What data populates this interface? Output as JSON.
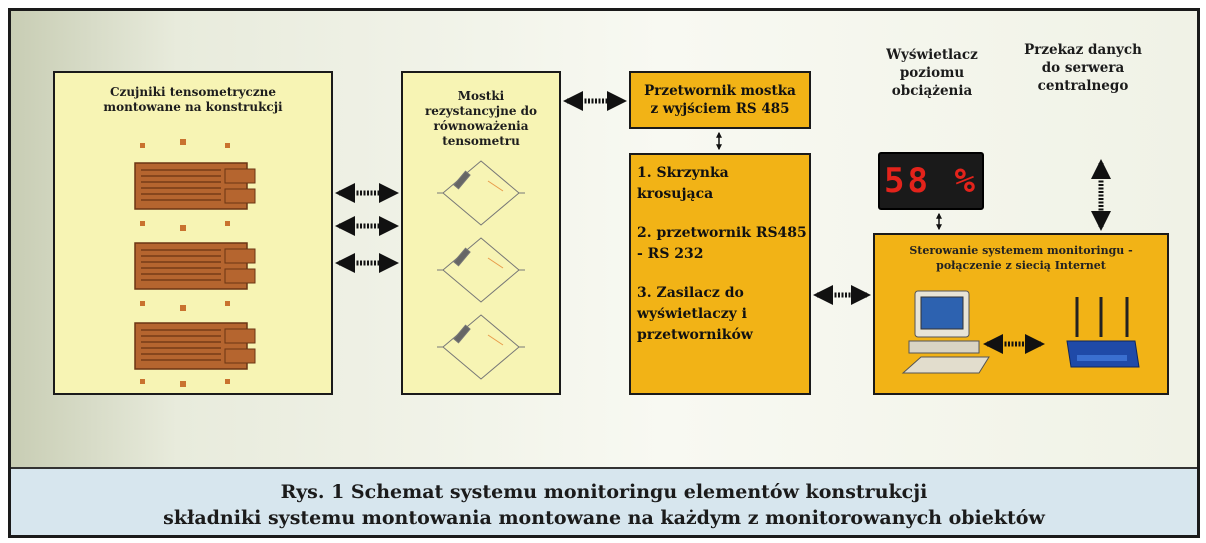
{
  "sensors": {
    "title": "Czujniki tensometryczne montowane na konstrukcji"
  },
  "bridges": {
    "title": "Mostki rezystancyjne do równoważenia tensometru"
  },
  "converter": {
    "title_line1": "Przetwornik mostka",
    "title_line2": "z wyjściem RS 485"
  },
  "junction": {
    "items": [
      "1. Skrzynka krosująca",
      "2. przetwornik RS485 - RS 232",
      "3. Zasilacz do wyświetlaczy i przetworników"
    ]
  },
  "display": {
    "label": "Wyświetlacz poziomu obciążenia",
    "value": "58 %"
  },
  "server": {
    "label": "Przekaz danych do serwera centralnego"
  },
  "control": {
    "title": "Sterowanie systemem monitoringu - połączenie z siecią Internet"
  },
  "caption": {
    "line1": "Rys. 1 Schemat systemu monitoringu elementów konstrukcji",
    "line2": "składniki systemu montowania montowane na każdym z monitorowanych obiektów"
  },
  "colors": {
    "pale_box": "#f7f4b4",
    "gold_box": "#f2b316",
    "caption_bg": "#d7e6ee",
    "display_digits": "#e3231b"
  }
}
